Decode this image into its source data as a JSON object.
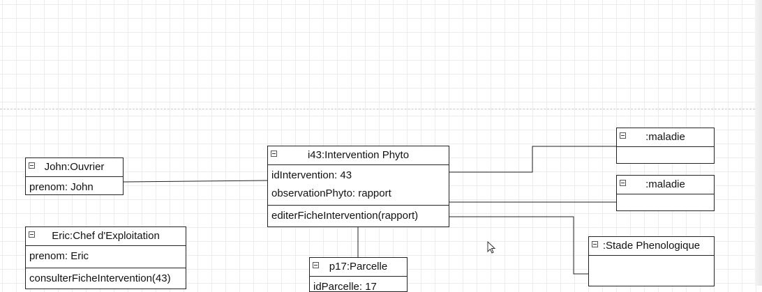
{
  "diagram": {
    "objects": {
      "ouvrier": {
        "title": "John:Ouvrier",
        "attributes": [
          "prenom: John"
        ],
        "operations": []
      },
      "chef": {
        "title": "Eric:Chef d'Exploitation",
        "attributes": [
          "prenom: Eric"
        ],
        "operations": [
          "consulterFicheIntervention(43)"
        ]
      },
      "intervention": {
        "title": "i43:Intervention Phyto",
        "attributes": [
          "idIntervention: 43",
          "observationPhyto: rapport"
        ],
        "operations": [
          "editerFicheIntervention(rapport)"
        ]
      },
      "parcelle": {
        "title": "p17:Parcelle",
        "attributes": [
          "idParcelle: 17"
        ],
        "operations": []
      },
      "maladie1": {
        "title": ":maladie",
        "attributes": [],
        "operations": []
      },
      "maladie2": {
        "title": ":maladie",
        "attributes": [],
        "operations": []
      },
      "stade": {
        "title": ":Stade Phenologique",
        "attributes": [],
        "operations": []
      }
    },
    "links": [
      {
        "from": "ouvrier",
        "to": "intervention"
      },
      {
        "from": "intervention",
        "to": "maladie1"
      },
      {
        "from": "intervention",
        "to": "maladie2"
      },
      {
        "from": "intervention",
        "to": "stade"
      },
      {
        "from": "intervention",
        "to": "parcelle"
      }
    ]
  }
}
